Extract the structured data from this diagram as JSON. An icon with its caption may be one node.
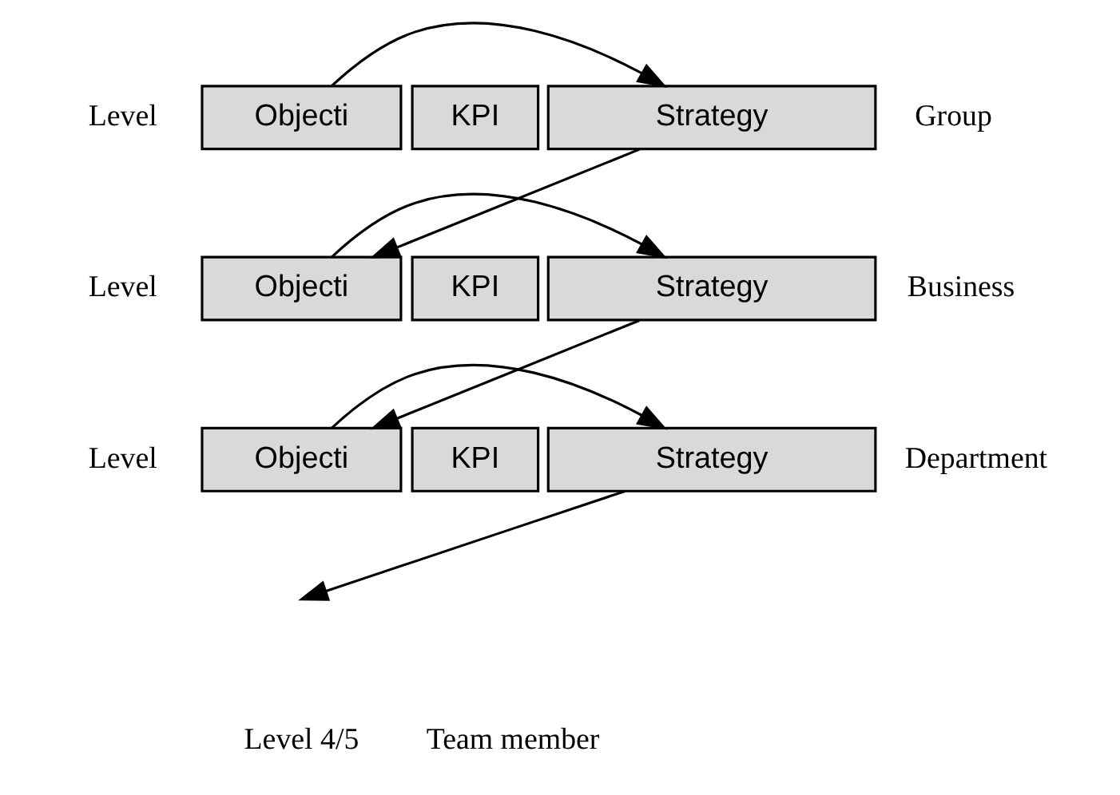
{
  "diagram": {
    "nodes": [
      {
        "text": [
          "Objecti"
        ]
      },
      {
        "text": [
          "KPI"
        ]
      },
      {
        "text": [
          "Strategy"
        ]
      },
      {
        "text": [
          "Objecti"
        ]
      },
      {
        "text": [
          "KPI"
        ]
      },
      {
        "text": [
          "Strategy"
        ]
      },
      {
        "text": [
          "Objecti"
        ]
      },
      {
        "text": [
          "KPI"
        ]
      },
      {
        "text": [
          "Strategy"
        ]
      }
    ],
    "edges": [
      {
        "from": 0,
        "to": 2,
        "arrow": "to"
      },
      {
        "from": 2,
        "to": 3,
        "arrow": "to"
      },
      {
        "from": 3,
        "to": 5,
        "arrow": "to"
      },
      {
        "from": 5,
        "to": 6,
        "arrow": "to"
      },
      {
        "from": 6,
        "to": 8,
        "arrow": "to"
      },
      {
        "from": 8,
        "to": null,
        "arrow": "to"
      }
    ],
    "labels": [
      "Level",
      "Group",
      "Level",
      "Business",
      "Level",
      "Department",
      "Level 4/5",
      "Team member"
    ]
  }
}
